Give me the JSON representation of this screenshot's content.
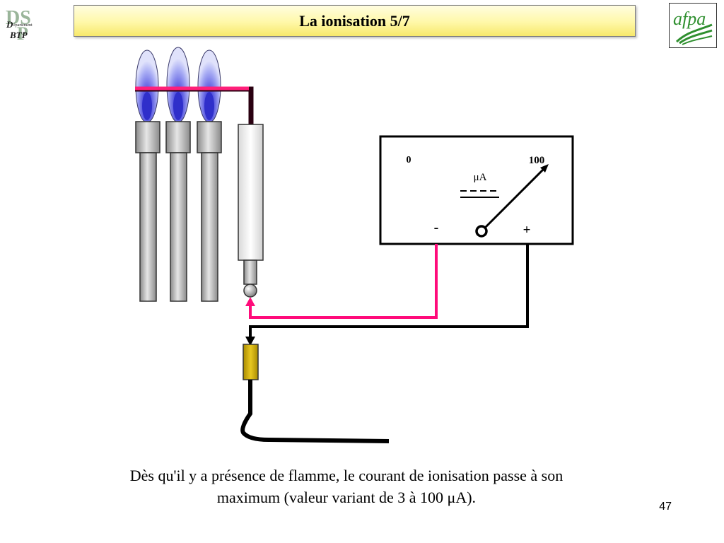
{
  "header": {
    "title": "La ionisation 5/7",
    "logo_left_text": [
      "D",
      "épartement",
      "BTP"
    ],
    "logo_right_text": "afpa"
  },
  "gauge": {
    "scale_min": "0",
    "scale_max": "100",
    "unit": "μA",
    "minus_label": "-",
    "plus_label": "+",
    "needle_fraction": 1.0
  },
  "colors": {
    "flame_outer": "#9aa0f2",
    "flame_inner": "#3a3ad0",
    "electrode_rod": "#e0005a",
    "signal_wire": "#ff0b7a",
    "return_wire": "#000000",
    "connector": "#d8b800",
    "burner_tube": "#b8b8b8"
  },
  "caption": {
    "line1": "Dès qu'il y a présence de flamme, le courant de ionisation passe à son",
    "line2": "maximum (valeur variant de 3 à 100 μA)."
  },
  "page_number": "47"
}
